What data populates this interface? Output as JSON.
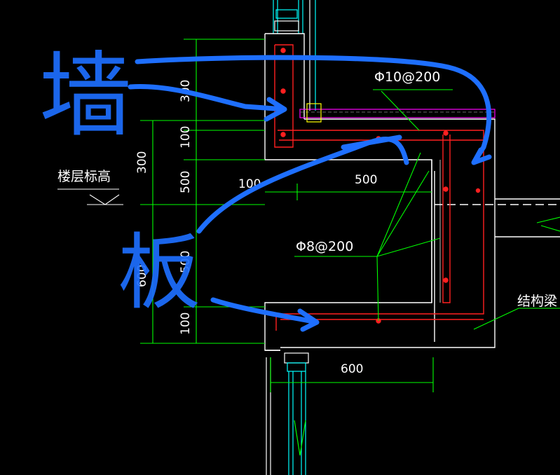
{
  "colors": {
    "background": "#000000",
    "wall": "#ffffff",
    "dimension": "#00ff00",
    "rebar": "#ff2020",
    "leader": "#00ff00",
    "glass": "#00ffff",
    "slab_finish": "#ff00ff",
    "annotation": "#1e6fff"
  },
  "labels": {
    "floor_level": "楼层标高",
    "rebar_top": "Φ10@200",
    "rebar_mid": "Φ8@200",
    "structural_beam": "结构梁"
  },
  "dimensions": {
    "vert_left_300": "300",
    "vert_left_600": "600",
    "vert_300": "300",
    "vert_100_a": "100",
    "vert_500_a": "500",
    "vert_500_b": "500",
    "vert_100_b": "100",
    "horiz_100": "100",
    "horiz_500": "500",
    "horiz_600": "600"
  },
  "annotations": {
    "wall_char": "墙",
    "slab_char": "板"
  }
}
